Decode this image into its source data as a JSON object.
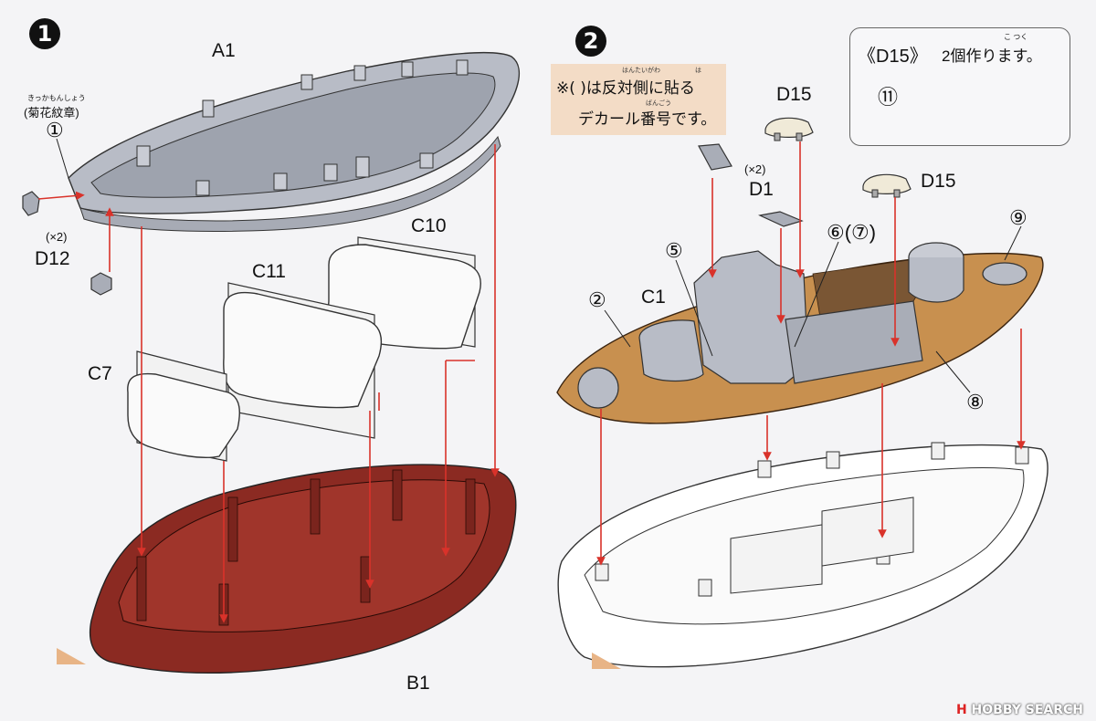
{
  "step1": {
    "badge": "1",
    "labels": {
      "a1": "A1",
      "c10": "C10",
      "c11": "C11",
      "c7": "C7",
      "b1": "B1",
      "d12": "D12",
      "d12_qty": "(×2)",
      "chrysanthemum_ruby": "きっかもんしょう",
      "chrysanthemum": "(菊花紋章)",
      "decal_1": "①"
    }
  },
  "step2": {
    "badge": "2",
    "note": {
      "line1": "※( )は反対側に貼る",
      "line2": "デカール番号です。",
      "ruby_hantaigawa": "はんたいがわ",
      "ruby_ha": "は",
      "ruby_bangou": "ばんごう"
    },
    "labels": {
      "d15_a": "D15",
      "d15_b": "D15",
      "d1": "D1",
      "d1_qty": "(×2)",
      "c1": "C1",
      "decal_2": "②",
      "decal_5": "⑤",
      "decal_6_7": "⑥(⑦)",
      "decal_8": "⑧",
      "decal_9": "⑨"
    },
    "inset": {
      "title_part": "《D15》",
      "title_rest": "2個作ります。",
      "ruby_kotsu": "こ つく",
      "decal_11": "⑪"
    }
  },
  "watermark": {
    "logo": "H",
    "text": "HOBBY SEARCH"
  },
  "colors": {
    "arrow": "#d9322a",
    "hull_red": "#8b2a22",
    "deck_wood": "#c8904f",
    "gray_part": "#b8bcc6",
    "note_bg": "#f3dcc6"
  }
}
